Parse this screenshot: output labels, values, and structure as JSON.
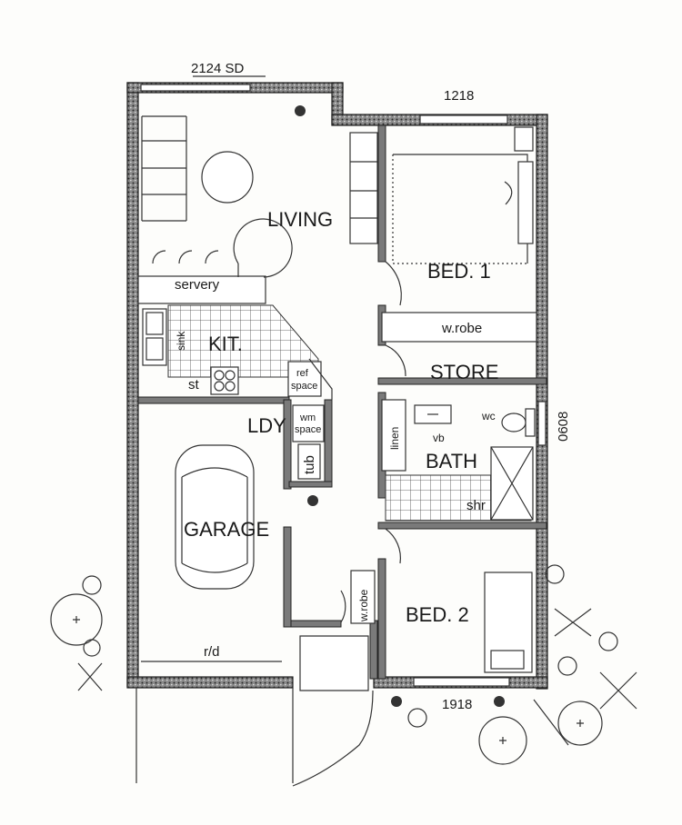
{
  "dimensions": {
    "top_left": "2124 SD",
    "top_right": "1218",
    "right_side": "0608",
    "bottom": "1918"
  },
  "rooms": {
    "living": "LIVING",
    "bed1": "BED. 1",
    "store": "STORE",
    "kitchen": "KIT.",
    "laundry": "LDY",
    "bath": "BATH",
    "garage": "GARAGE",
    "bed2": "BED. 2"
  },
  "fixtures": {
    "servery": "servery",
    "sink": "sink",
    "st": "st",
    "ref_line1": "ref",
    "ref_line2": "space",
    "wm_line1": "wm",
    "wm_line2": "space",
    "tub": "tub",
    "linen": "linen",
    "vb": "vb",
    "wc": "wc",
    "shr": "shr",
    "wrobe1": "w.robe",
    "wrobe2": "w.robe",
    "roller_door": "r/d"
  }
}
